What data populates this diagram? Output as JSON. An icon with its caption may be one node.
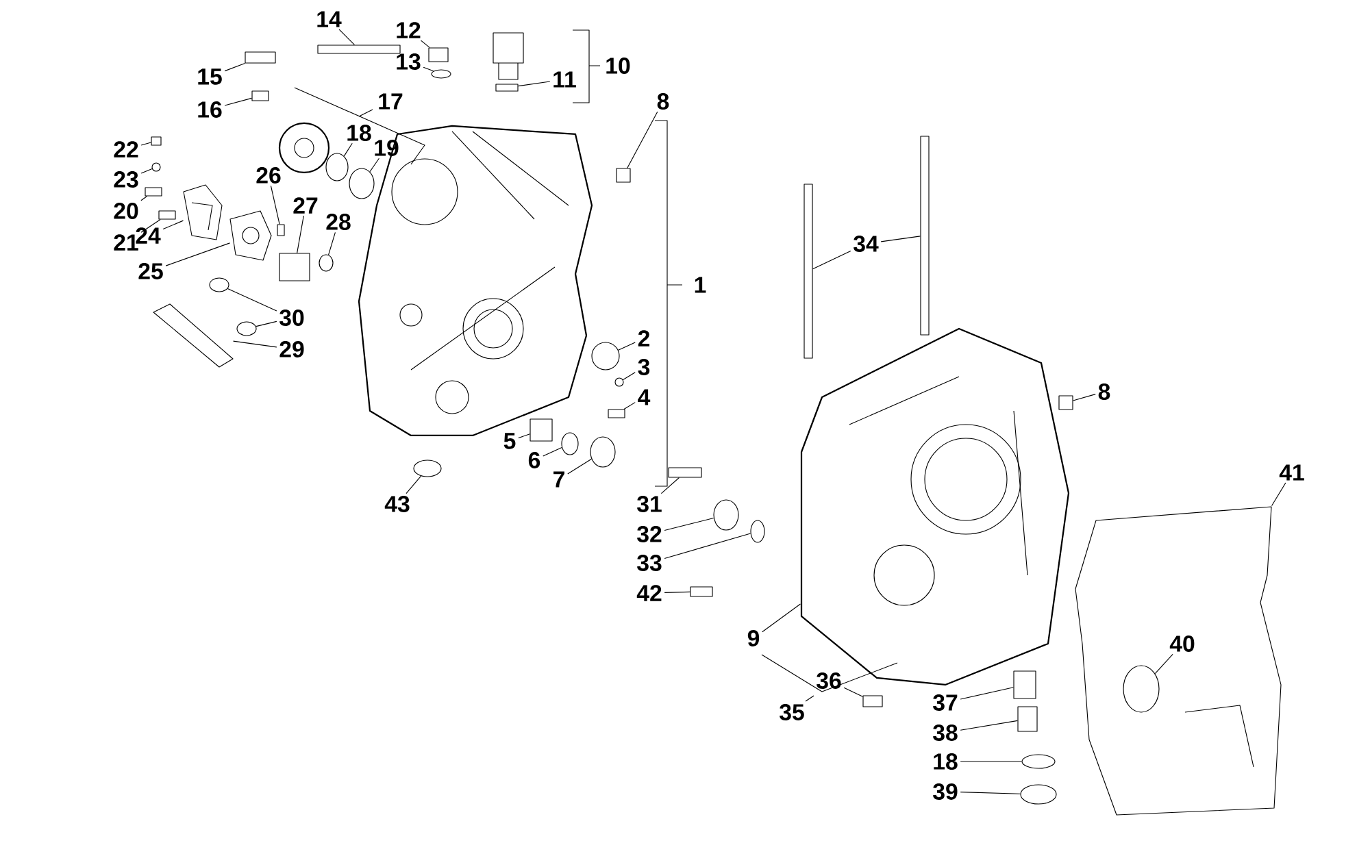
{
  "diagram": {
    "nodes": [
      {
        "text": [
          "14"
        ]
      },
      {
        "text": [
          "12"
        ]
      },
      {
        "text": [
          "13"
        ]
      },
      {
        "text": [
          "11"
        ]
      },
      {
        "text": [
          "15"
        ]
      },
      {
        "text": [
          "16"
        ]
      },
      {
        "text": [
          "18"
        ]
      },
      {
        "text": [
          "19"
        ]
      },
      {
        "text": [
          "22"
        ]
      },
      {
        "text": [
          "23"
        ]
      },
      {
        "text": [
          "20"
        ]
      },
      {
        "text": [
          "21"
        ]
      },
      {
        "text": [
          "24"
        ]
      },
      {
        "text": [
          "26"
        ]
      },
      {
        "text": [
          "27"
        ]
      },
      {
        "text": [
          "28"
        ]
      },
      {
        "text": [
          "25"
        ]
      },
      {
        "text": [
          "30"
        ]
      },
      {
        "text": [
          "29"
        ]
      },
      {
        "text": [
          "8"
        ]
      },
      {
        "text": [
          "2"
        ]
      },
      {
        "text": [
          "3"
        ]
      },
      {
        "text": [
          "4"
        ]
      },
      {
        "text": [
          "5"
        ]
      },
      {
        "text": [
          "6"
        ]
      },
      {
        "text": [
          "7"
        ]
      },
      {
        "text": [
          "43"
        ]
      },
      {
        "text": [
          "31"
        ]
      },
      {
        "text": [
          "32"
        ]
      },
      {
        "text": [
          "33"
        ]
      },
      {
        "text": [
          "42"
        ]
      },
      {
        "text": [
          "34"
        ]
      },
      {
        "text": [
          "8"
        ]
      },
      {
        "text": [
          "41"
        ]
      },
      {
        "text": [
          "9"
        ]
      },
      {
        "text": [
          "40"
        ],
        "in": 76
      },
      {
        "text": [
          "36"
        ]
      },
      {
        "text": [
          "37"
        ]
      },
      {
        "text": [
          "38"
        ]
      },
      {
        "text": [
          "18"
        ]
      },
      {
        "text": [
          "39"
        ]
      },
      {
        "text": [],
        "shape": "box"
      },
      {
        "text": [],
        "shape": "box"
      },
      {
        "text": [],
        "shape": "circle"
      },
      {
        "text": [],
        "shape": "box"
      },
      {
        "text": [],
        "shape": "box"
      },
      {
        "text": [],
        "shape": "box"
      },
      {
        "text": [],
        "shape": "circle"
      },
      {
        "text": [],
        "shape": "circle"
      },
      {
        "text": [],
        "shape": "box"
      },
      {
        "text": [],
        "shape": "circle"
      },
      {
        "text": [],
        "shape": "box"
      },
      {
        "text": [],
        "shape": "box"
      },
      {
        "text": [],
        "shape": "picture"
      },
      {
        "text": [],
        "shape": "box"
      },
      {
        "text": [],
        "shape": "box"
      },
      {
        "text": [],
        "shape": "circle"
      },
      {
        "text": [],
        "shape": "picture"
      },
      {
        "text": [],
        "shape": "circle"
      },
      {
        "text": [],
        "shape": "circle"
      },
      {
        "text": [],
        "shape": "picture"
      },
      {
        "text": [],
        "shape": "box"
      },
      {
        "text": [],
        "shape": "circle"
      },
      {
        "text": [],
        "shape": "circle"
      },
      {
        "text": [],
        "shape": "box"
      },
      {
        "text": [],
        "shape": "box"
      },
      {
        "text": [],
        "shape": "circle"
      },
      {
        "text": [],
        "shape": "circle"
      },
      {
        "text": [],
        "shape": "circle"
      },
      {
        "text": [],
        "shape": "box"
      },
      {
        "text": [],
        "shape": "circle"
      },
      {
        "text": [],
        "shape": "circle"
      },
      {
        "text": [],
        "shape": "box"
      },
      {
        "text": [],
        "shape": "box"
      },
      {
        "text": [],
        "shape": "box"
      },
      {
        "text": [],
        "shape": "box"
      },
      {
        "text": [],
        "shape": "picture"
      },
      {
        "text": [],
        "shape": "picture"
      },
      {
        "text": [],
        "shape": "circle",
        "in": 76
      },
      {
        "text": [],
        "shape": "box"
      },
      {
        "text": [],
        "shape": "box"
      },
      {
        "text": [],
        "shape": "box"
      },
      {
        "text": [],
        "shape": "circle"
      },
      {
        "text": [],
        "shape": "circle"
      }
    ],
    "edges": [
      {
        "from": 0,
        "to": 41,
        "arrow": "none"
      },
      {
        "from": 1,
        "to": 42,
        "arrow": "none"
      },
      {
        "from": 2,
        "to": 43,
        "arrow": "none"
      },
      {
        "from": 3,
        "to": 44,
        "arrow": "none"
      },
      {
        "from": 4,
        "to": 45,
        "arrow": "none"
      },
      {
        "from": 5,
        "to": 46,
        "arrow": "none"
      },
      {
        "from": 6,
        "to": 47,
        "arrow": "none"
      },
      {
        "from": 7,
        "to": 48,
        "arrow": "none"
      },
      {
        "from": 8,
        "to": 49,
        "arrow": "none"
      },
      {
        "from": 9,
        "to": 50,
        "arrow": "none"
      },
      {
        "from": 10,
        "to": 51,
        "arrow": "none"
      },
      {
        "from": 11,
        "to": 52,
        "arrow": "none"
      },
      {
        "from": 12,
        "to": 53,
        "arrow": "none"
      },
      {
        "from": 13,
        "to": 54,
        "arrow": "none"
      },
      {
        "from": 14,
        "to": 55,
        "arrow": "none"
      },
      {
        "from": 15,
        "to": 56,
        "arrow": "none"
      },
      {
        "from": 16,
        "to": 57,
        "arrow": "none"
      },
      {
        "from": 17,
        "to": 58,
        "arrow": "none"
      },
      {
        "from": 17,
        "to": 59,
        "arrow": "none"
      },
      {
        "from": 18,
        "to": 60,
        "arrow": "none"
      },
      {
        "from": 19,
        "to": 61,
        "arrow": "none"
      },
      {
        "from": 20,
        "to": 62,
        "arrow": "none"
      },
      {
        "from": 21,
        "to": 63,
        "arrow": "none"
      },
      {
        "from": 22,
        "to": 64,
        "arrow": "none"
      },
      {
        "from": 23,
        "to": 65,
        "arrow": "none"
      },
      {
        "from": 24,
        "to": 66,
        "arrow": "none"
      },
      {
        "from": 25,
        "to": 67,
        "arrow": "none"
      },
      {
        "from": 26,
        "to": 68,
        "arrow": "none"
      },
      {
        "from": 27,
        "to": 69,
        "arrow": "none"
      },
      {
        "from": 28,
        "to": 70,
        "arrow": "none"
      },
      {
        "from": 29,
        "to": 71,
        "arrow": "none"
      },
      {
        "from": 30,
        "to": 72,
        "arrow": "none"
      },
      {
        "from": 31,
        "to": 73,
        "arrow": "none"
      },
      {
        "from": 31,
        "to": 74,
        "arrow": "none"
      },
      {
        "from": 32,
        "to": 75,
        "arrow": "none"
      },
      {
        "from": 33,
        "to": 76,
        "arrow": "none"
      },
      {
        "from": 34,
        "to": 77,
        "arrow": "none"
      },
      {
        "from": 35,
        "to": 78,
        "arrow": "none"
      },
      {
        "from": 36,
        "to": 79,
        "arrow": "none"
      },
      {
        "from": 37,
        "to": 80,
        "arrow": "none"
      },
      {
        "from": 38,
        "to": 81,
        "arrow": "none"
      },
      {
        "from": 39,
        "to": 82,
        "arrow": "none"
      },
      {
        "from": 40,
        "to": 83,
        "arrow": "none"
      }
    ],
    "labels": [
      "10",
      "17",
      "1",
      "35"
    ]
  }
}
